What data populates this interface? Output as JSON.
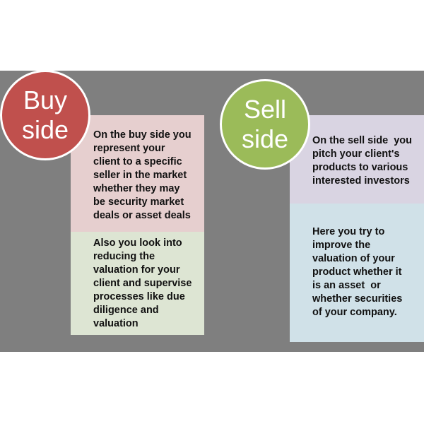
{
  "colors": {
    "background": "#7f7f7f",
    "buy_circle": "#c0504d",
    "sell_circle": "#9bbb59",
    "buy_top": "#e6cfcf",
    "buy_bottom": "#dde5d3",
    "sell_top": "#d9d4e2",
    "sell_bottom": "#d0e1e8"
  },
  "buy": {
    "title": [
      "Buy",
      "side"
    ],
    "top_lines": [
      "On the buy side you",
      "represent your",
      "client to a specific",
      "seller in the market",
      "whether they may",
      "be security market",
      "deals or asset deals"
    ],
    "bottom_lines": [
      "Also you look into",
      "reducing the",
      "valuation for your",
      "client and supervise",
      "processes like due",
      "diligence and",
      "valuation"
    ]
  },
  "sell": {
    "title": [
      "Sell",
      "side"
    ],
    "top_lines": [
      "On the sell side  you",
      "pitch your client's",
      "products to various",
      "interested investors"
    ],
    "bottom_lines": [
      "Here you try to",
      "improve the",
      "valuation of your",
      "product whether it",
      "is an asset  or",
      "whether securities",
      "of your company."
    ]
  }
}
